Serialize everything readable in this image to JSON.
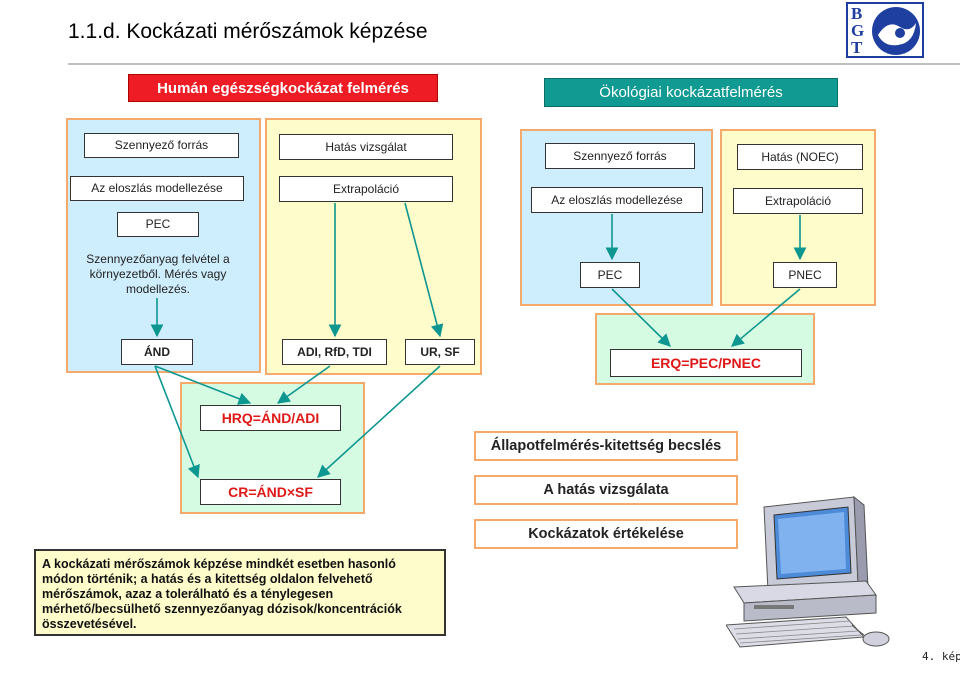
{
  "title": "1.1.d. Kockázati mérőszámok képzése",
  "logo": {
    "letters": [
      "B",
      "G",
      "T"
    ]
  },
  "headers": {
    "human": "Humán egészségkockázat felmérés",
    "eco": "Ökológiai kockázatfelmérés"
  },
  "human": {
    "source": "Szennyező forrás",
    "distribution": "Az eloszlás modellezése",
    "pec": "PEC",
    "uptake": "Szennyezőanyag felvétel a környezetből. Mérés vagy modellezés.",
    "effect": "Hatás vizsgálat",
    "extrapolation": "Extrapoláció",
    "and": "ÁND",
    "adi": "ADI, RfD, TDI",
    "ursf": "UR, SF",
    "hrq": "HRQ=ÁND/ADI",
    "cr": "CR=ÁND×SF"
  },
  "eco": {
    "source": "Szennyező forrás",
    "distribution": "Az eloszlás modellezése",
    "pec": "PEC",
    "effect": "Hatás (NOEC)",
    "extrapolation": "Extrapoláció",
    "pnec": "PNEC",
    "erq": "ERQ=PEC/PNEC"
  },
  "steps": {
    "state": "Állapotfelmérés-kitettség becslés",
    "effect": "A hatás vizsgálata",
    "risk": "Kockázatok értékelése"
  },
  "note": "A kockázati mérőszámok képzése mindkét esetben hasonló módon történik; a hatás és a kitettség oldalon felvehető mérőszámok, azaz a tolerálható és a ténylegesen mérhető/becsülhető szennyezőanyag dózisok/koncentrációk összevetésével.",
  "page_number": "4. kép",
  "colors": {
    "human_header": "#ee1c24",
    "eco_header": "#119a91",
    "panel_border": "#f5a96a",
    "blue_panel": "#cfeefd",
    "yellow_panel": "#fdfcca",
    "green_panel": "#d6fbe3",
    "arrow": "#0e9690",
    "red_text": "#e01818"
  },
  "icons": [
    "computer-illustration"
  ]
}
